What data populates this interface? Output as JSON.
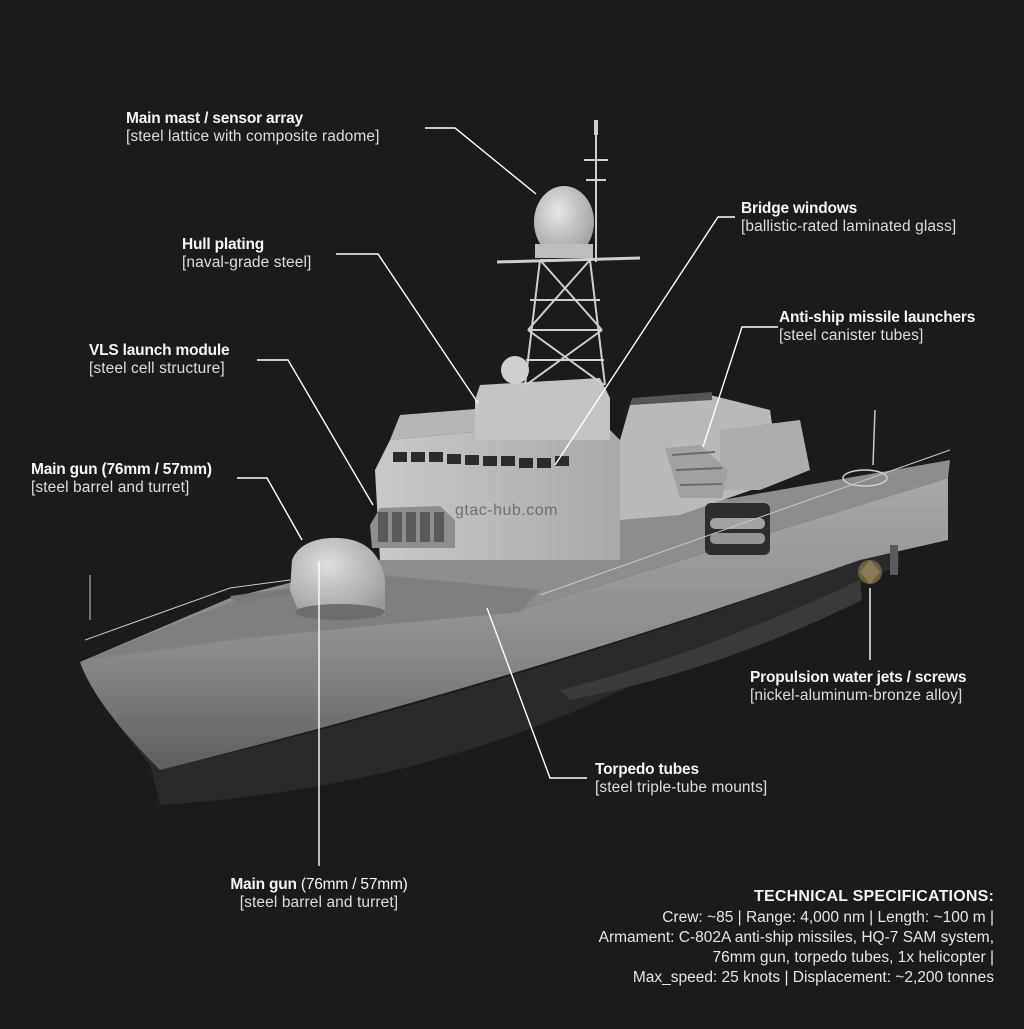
{
  "diagram": {
    "subject": "Corvette / light frigate 3D cutaway-style render with material callouts",
    "background_color": "#1b1b1b",
    "hull_color": "#9a9a9a",
    "leader_line_color": "#ffffff"
  },
  "callouts": [
    {
      "id": "main-mast",
      "title": "Main mast / sensor array",
      "material": "[steel lattice with composite radome]"
    },
    {
      "id": "bridge-windows",
      "title": "Bridge windows",
      "material": "[ballistic-rated laminated glass]"
    },
    {
      "id": "hull-plating",
      "title": "Hull plating",
      "material": "[naval-grade steel]"
    },
    {
      "id": "anti-ship-missile-launchers",
      "title": "Anti-ship missile launchers",
      "material": "[steel canister tubes]"
    },
    {
      "id": "vls-launch-module",
      "title": "VLS launch module",
      "material": "[steel cell structure]"
    },
    {
      "id": "main-gun-upper",
      "title": "Main gun (76mm / 57mm)",
      "material": "[steel barrel and turret]"
    },
    {
      "id": "propulsion",
      "title": "Propulsion water jets / screws",
      "material": "[nickel-aluminum-bronze alloy]"
    },
    {
      "id": "torpedo-tubes",
      "title": "Torpedo tubes",
      "material": "[steel triple-tube mounts]"
    },
    {
      "id": "main-gun-lower",
      "title_bold": "Main gun",
      "title_rest": " (76mm / 57mm)",
      "material": "[steel barrel and turret]"
    }
  ],
  "specs": {
    "heading": "TECHNICAL SPECIFICATIONS:",
    "lines": [
      "Crew: ~85 | Range: 4,000 nm | Length: ~100 m |",
      "Armament: C-802A anti-ship missiles, HQ-7 SAM system,",
      "76mm gun, torpedo tubes, 1x helicopter |",
      "Max_speed: 25 knots | Displacement: ~2,200 tonnes"
    ]
  },
  "watermark": "gtac-hub.com"
}
